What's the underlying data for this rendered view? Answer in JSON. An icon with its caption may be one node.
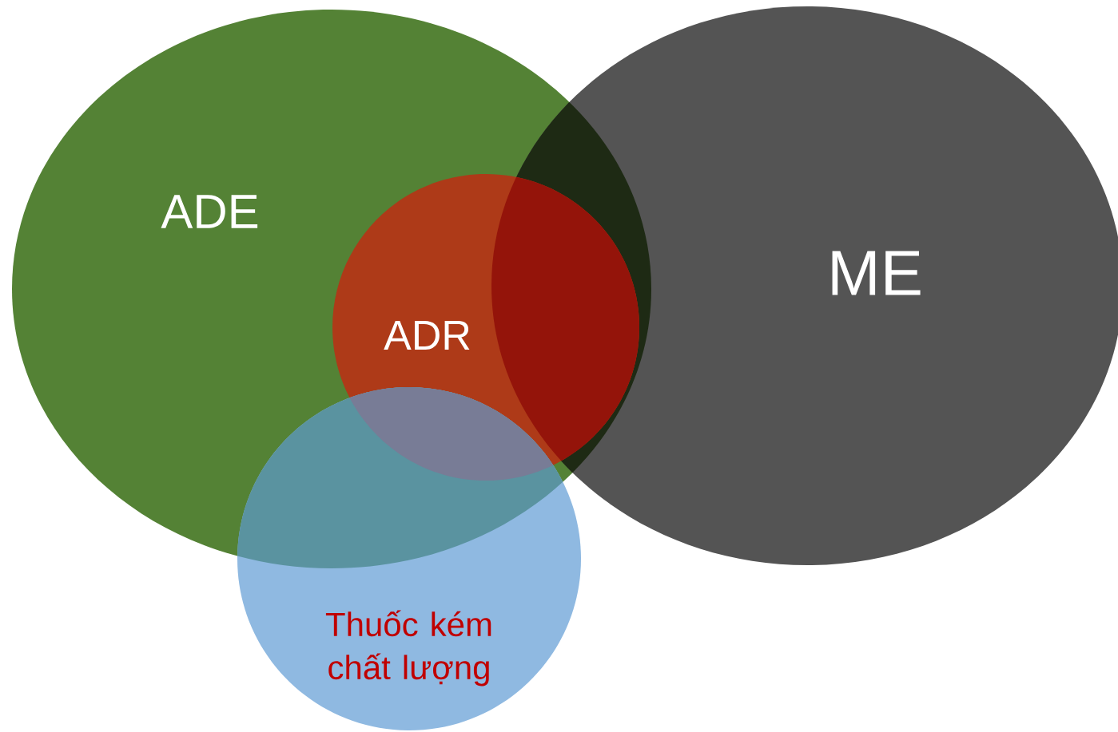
{
  "diagram": {
    "nodes": [
      {
        "text": [
          "ADE"
        ]
      },
      {
        "text": [
          "ME"
        ]
      },
      {
        "text": [
          "ADR"
        ],
        "in": 0
      },
      {
        "text": [
          "Thuốc kém chất lượng"
        ]
      }
    ]
  }
}
